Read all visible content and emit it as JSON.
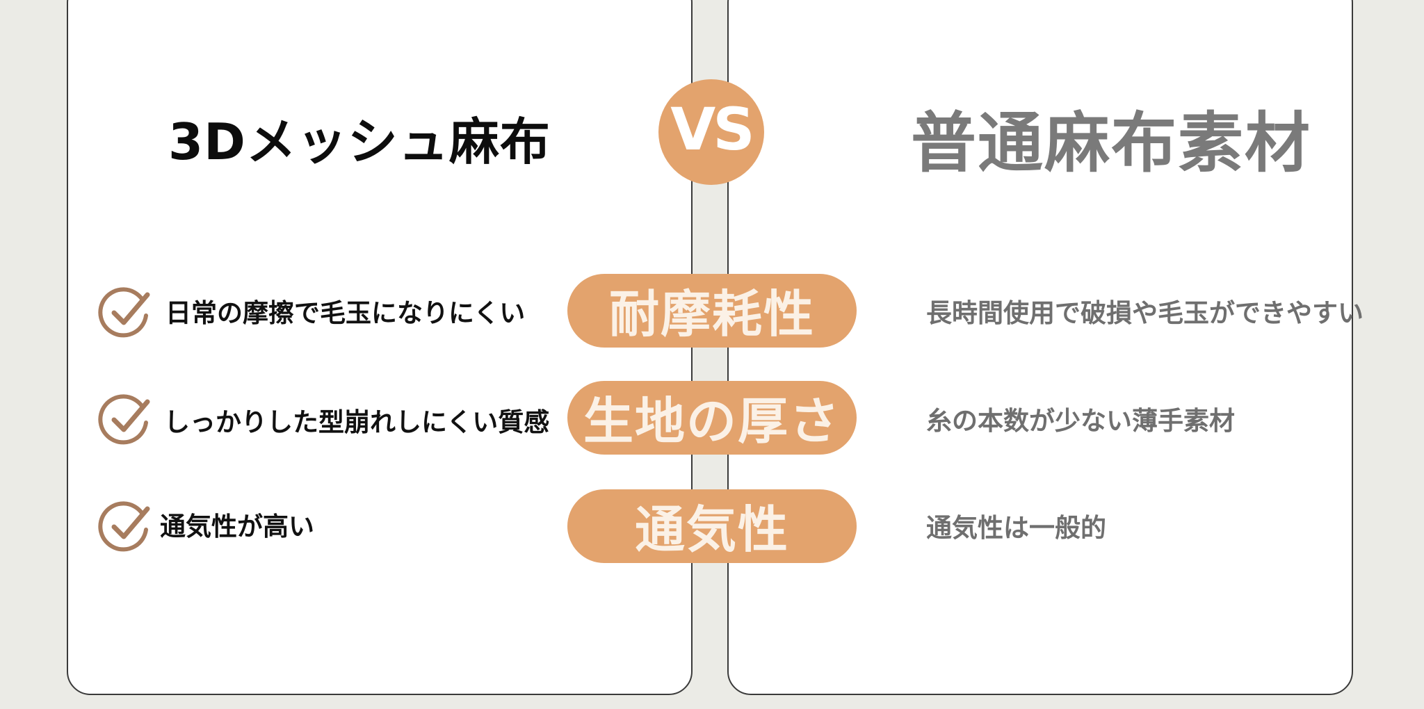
{
  "left": {
    "title": "3Dメッシュ麻布",
    "features": [
      "日常の摩擦で毛玉になりにくい",
      "しっかりした型崩れしにくい質感",
      "通気性が高い"
    ]
  },
  "vs": {
    "label": "VS"
  },
  "criteria": [
    "耐摩耗性",
    "生地の厚さ",
    "通気性"
  ],
  "right": {
    "title": "普通麻布素材",
    "features": [
      "長時間使用で破損や毛玉ができやすい",
      "糸の本数が少ない薄手素材",
      "通気性は一般的"
    ]
  },
  "colors": {
    "accent": "#e3a36d",
    "check": "#a77c5e",
    "background": "#ebebe6",
    "right_text": "#6f6f6f"
  },
  "icons": [
    "check-circle-icon"
  ]
}
